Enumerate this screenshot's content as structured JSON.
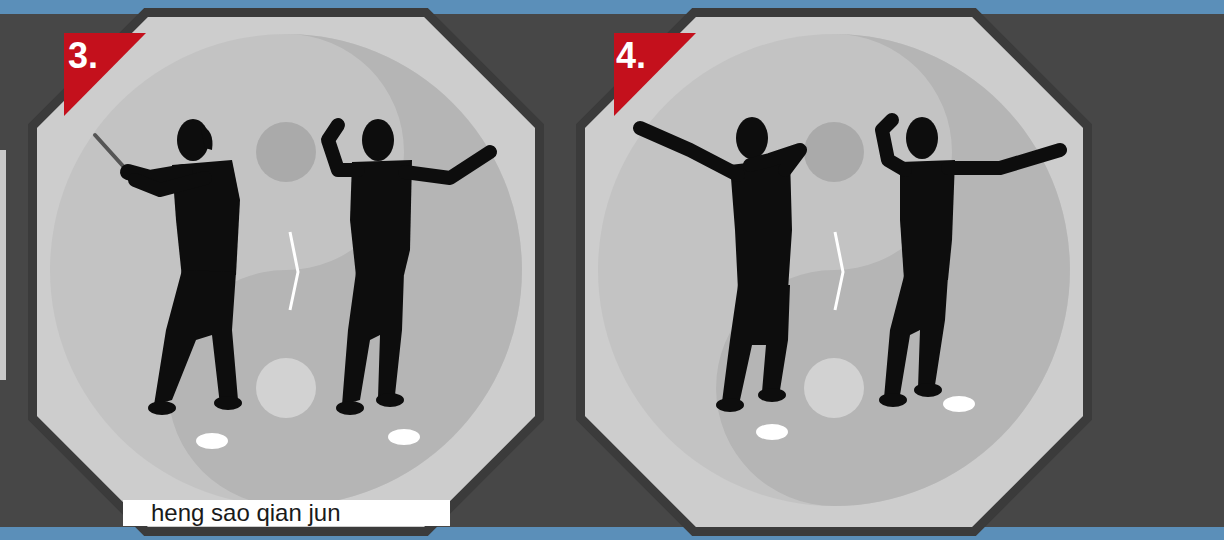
{
  "diagram": {
    "nodes": [
      {
        "text": [
          "3."
        ]
      },
      {
        "text": [
          "heng sao qian jun"
        ],
        "in": 0
      },
      {
        "text": [
          "4."
        ]
      }
    ]
  }
}
